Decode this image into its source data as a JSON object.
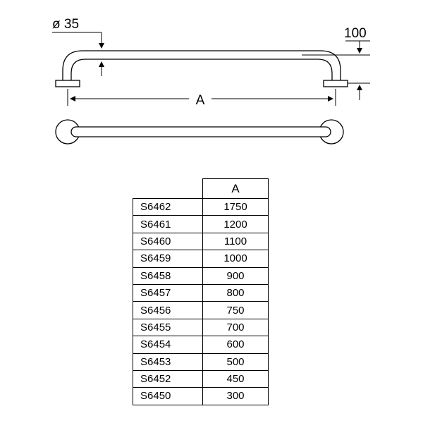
{
  "diagram": {
    "diameter_label": "ø 35",
    "height_label": "100",
    "length_label": "A"
  },
  "table": {
    "header": [
      "",
      "A"
    ],
    "rows": [
      {
        "code": "S6462",
        "a": "1750"
      },
      {
        "code": "S6461",
        "a": "1200"
      },
      {
        "code": "S6460",
        "a": "1100"
      },
      {
        "code": "S6459",
        "a": "1000"
      },
      {
        "code": "S6458",
        "a": "900"
      },
      {
        "code": "S6457",
        "a": "800"
      },
      {
        "code": "S6456",
        "a": "750"
      },
      {
        "code": "S6455",
        "a": "700"
      },
      {
        "code": "S6454",
        "a": "600"
      },
      {
        "code": "S6453",
        "a": "500"
      },
      {
        "code": "S6452",
        "a": "450"
      },
      {
        "code": "S6450",
        "a": "300"
      }
    ]
  }
}
